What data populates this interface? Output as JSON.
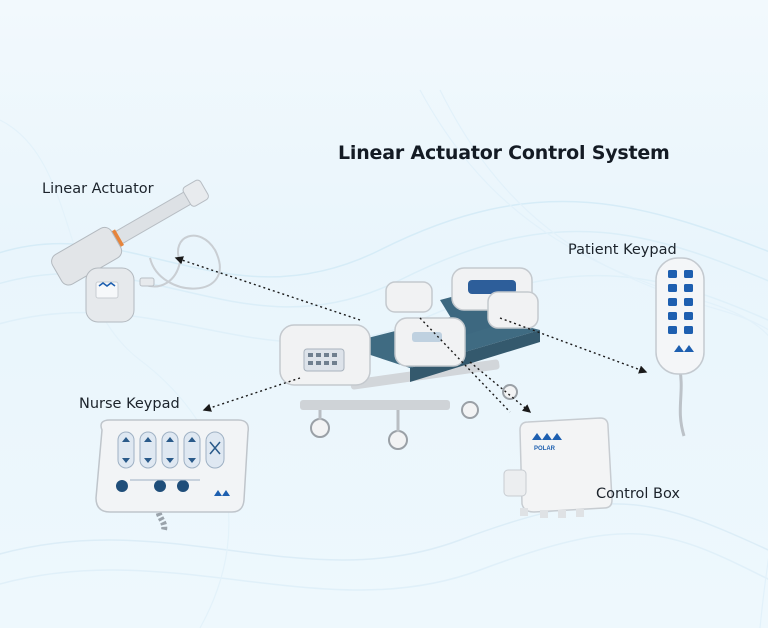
{
  "title": "Linear Actuator Control System",
  "components": {
    "actuator": "Linear Actuator",
    "patient_keypad": "Patient Keypad",
    "nurse_keypad": "Nurse Keypad",
    "control_box": "Control Box"
  },
  "brand": {
    "control_box_logo": "POLAR"
  },
  "colors": {
    "accent_blue": "#1d5fb0",
    "mattress": "#3f6b82",
    "background": "#eef8fd",
    "connector_line": "#1a1a1a"
  }
}
